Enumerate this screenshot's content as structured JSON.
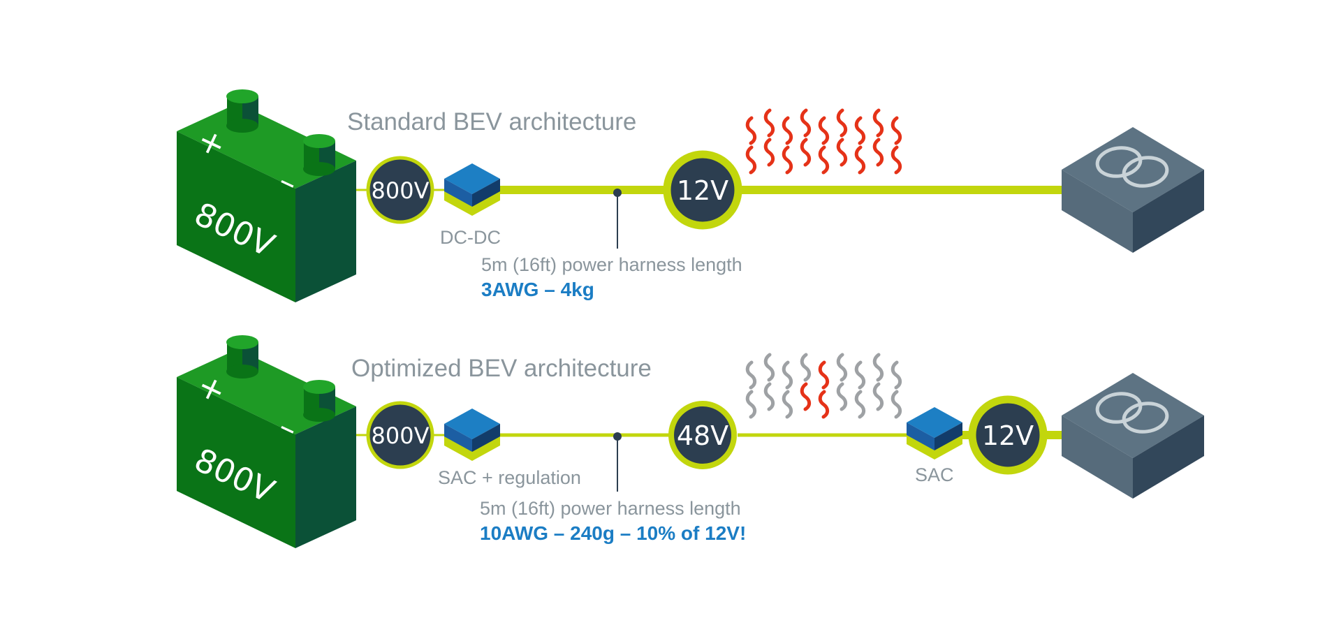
{
  "colors": {
    "harness": "#c2d60d",
    "battery_top": "#1e9a25",
    "battery_front": "#0a7417",
    "battery_side": "#0b5137",
    "node_fill": "#2c3e50",
    "converter_top": "#1d7fc4",
    "heat_hot": "#e53218",
    "heat_cool": "#9ea1a4",
    "load_box": "#5d7383",
    "label_gray": "#8a959c",
    "label_blue": "#1b7dc4"
  },
  "standard": {
    "title": "Standard BEV architecture",
    "battery": {
      "plus": "+",
      "minus": "–",
      "label": "800V"
    },
    "source_node": "800V",
    "converter_label": "DC-DC",
    "load_node": "12V",
    "harness_text": "5m (16ft) power harness length",
    "harness_spec": "3AWG – 4kg",
    "heat_icon": "heat-waves-icon",
    "load_icon": "load-module-icon"
  },
  "optimized": {
    "title": "Optimized BEV architecture",
    "battery": {
      "plus": "+",
      "minus": "–",
      "label": "800V"
    },
    "source_node": "800V",
    "converter_label": "SAC + regulation",
    "mid_node": "48V",
    "harness_text": "5m (16ft) power harness length",
    "harness_spec": "10AWG – 240g – 10% of 12V!",
    "pol_converter_label": "SAC",
    "load_node": "12V",
    "heat_icon": "heat-waves-icon",
    "load_icon": "load-module-icon"
  }
}
